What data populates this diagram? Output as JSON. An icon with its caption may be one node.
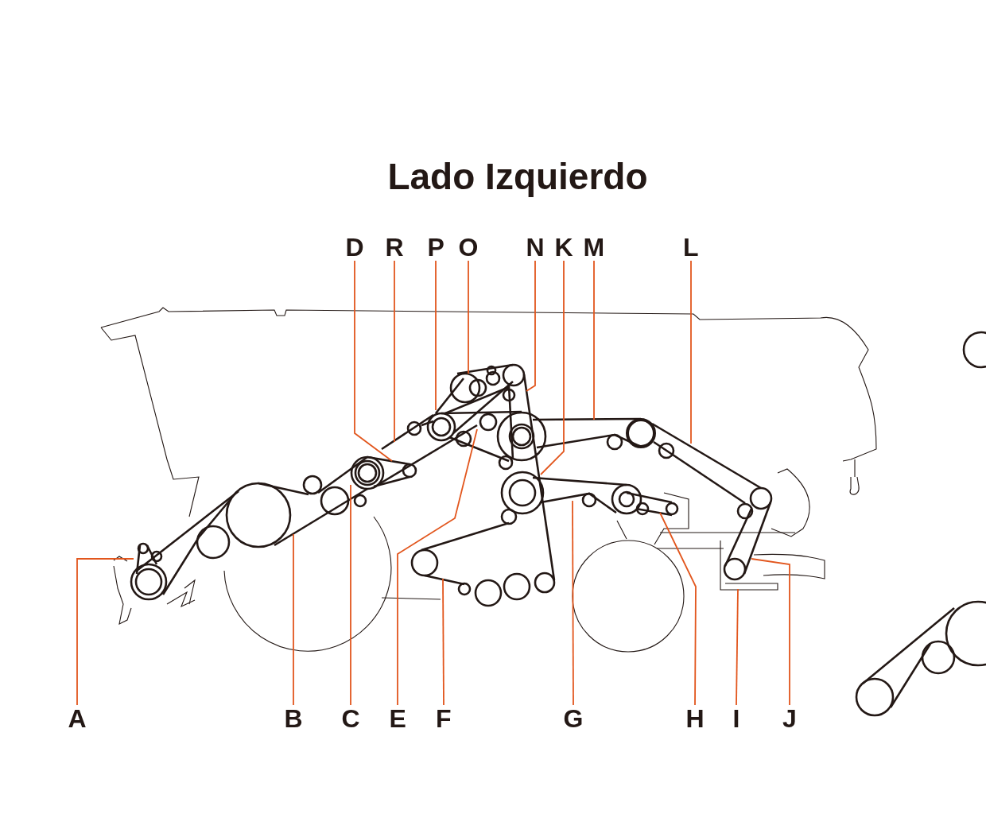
{
  "diagram": {
    "title": "Lado Izquierdo",
    "nodes": [
      {
        "text": [
          "D"
        ]
      },
      {
        "text": [
          "R"
        ]
      },
      {
        "text": [
          "P"
        ]
      },
      {
        "text": [
          "O"
        ]
      },
      {
        "text": [
          "N"
        ]
      },
      {
        "text": [
          "K"
        ]
      },
      {
        "text": [
          "M"
        ]
      },
      {
        "text": [
          "L"
        ]
      },
      {
        "text": [
          "A"
        ]
      },
      {
        "text": [
          "B"
        ]
      },
      {
        "text": [
          "C"
        ]
      },
      {
        "text": [
          "E"
        ]
      },
      {
        "text": [
          "F"
        ]
      },
      {
        "text": [
          "G"
        ]
      },
      {
        "text": [
          "H"
        ]
      },
      {
        "text": [
          "I"
        ]
      },
      {
        "text": [
          "J"
        ]
      }
    ],
    "edges": [
      {
        "from": 0,
        "to": null,
        "arrow": "none"
      },
      {
        "from": 1,
        "to": null,
        "arrow": "none"
      },
      {
        "from": 2,
        "to": null,
        "arrow": "none"
      },
      {
        "from": 3,
        "to": null,
        "arrow": "none"
      },
      {
        "from": 4,
        "to": null,
        "arrow": "none"
      },
      {
        "from": 5,
        "to": null,
        "arrow": "none"
      },
      {
        "from": 6,
        "to": null,
        "arrow": "none"
      },
      {
        "from": 7,
        "to": null,
        "arrow": "none"
      },
      {
        "from": 8,
        "to": null,
        "arrow": "none"
      },
      {
        "from": 9,
        "to": null,
        "arrow": "none"
      },
      {
        "from": 10,
        "to": null,
        "arrow": "none"
      },
      {
        "from": 11,
        "to": null,
        "arrow": "none"
      },
      {
        "from": 12,
        "to": null,
        "arrow": "none"
      },
      {
        "from": 13,
        "to": null,
        "arrow": "none"
      },
      {
        "from": 14,
        "to": null,
        "arrow": "none"
      },
      {
        "from": 15,
        "to": null,
        "arrow": "none"
      },
      {
        "from": 16,
        "to": null,
        "arrow": "none"
      }
    ]
  }
}
